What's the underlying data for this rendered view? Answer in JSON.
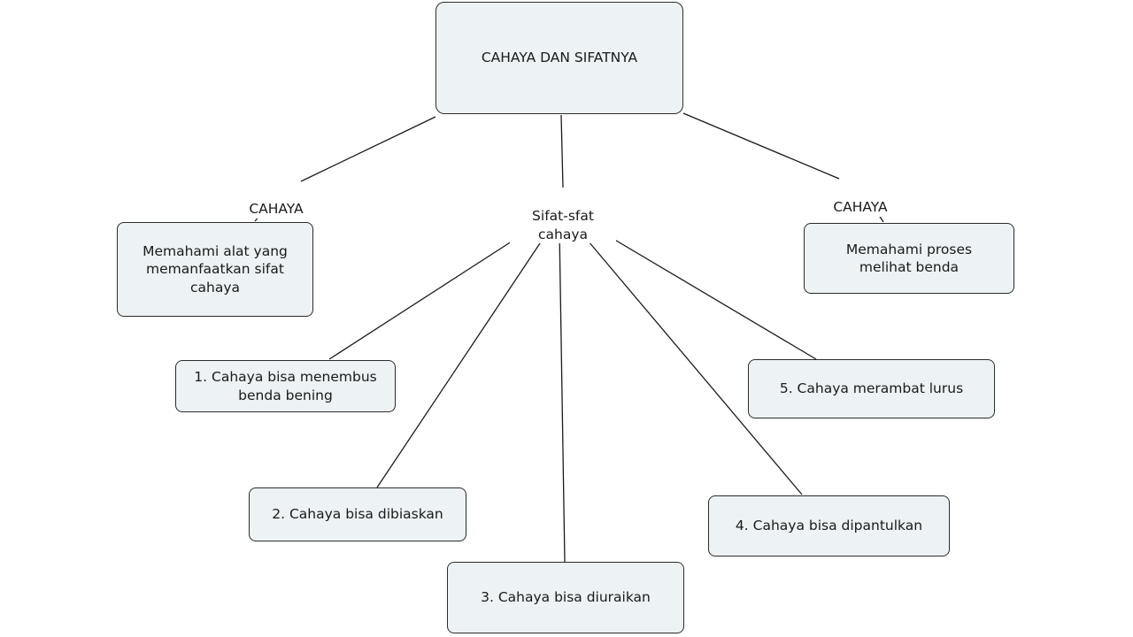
{
  "diagram": {
    "root": {
      "text": "CAHAYA DAN SIFATNYA"
    },
    "link_labels": {
      "left": "CAHAYA",
      "center": "Sifat-sfat\ncahaya",
      "right": "CAHAYA"
    },
    "nodes": {
      "alat": "Memahami alat yang\nmemanfaatkan sifat\ncahaya",
      "melihat": "Memahami proses\nmelihat benda",
      "sifat1": "1. Cahaya bisa menembus\nbenda bening",
      "sifat2": "2. Cahaya bisa dibiaskan",
      "sifat3": "3. Cahaya bisa diuraikan",
      "sifat4": "4. Cahaya bisa dipantulkan",
      "sifat5": "5. Cahaya merambat lurus"
    },
    "colors": {
      "node_fill": "#edf2f5",
      "node_border": "#2b2b2b",
      "line": "#1a1a1a",
      "background": "#ffffff"
    }
  }
}
